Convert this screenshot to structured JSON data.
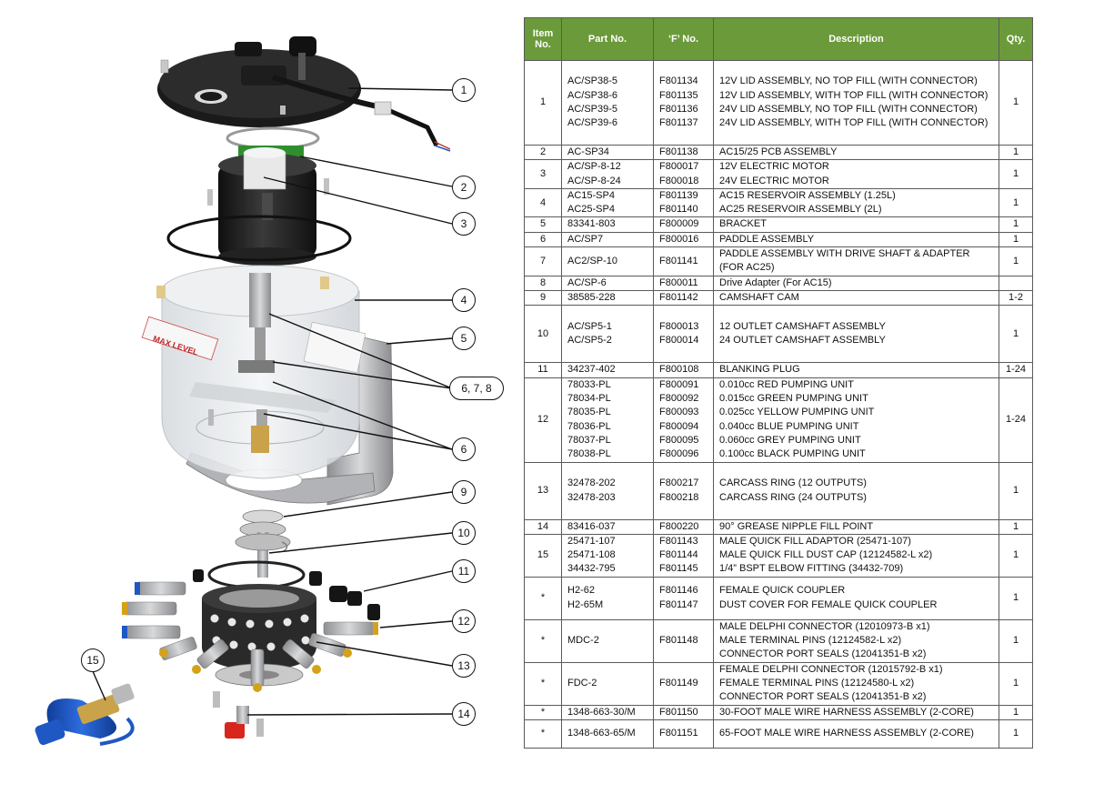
{
  "headers": {
    "item": "Item No.",
    "part": "Part No.",
    "f": "‘F’ No.",
    "desc": "Description",
    "qty": "Qty."
  },
  "rows": [
    {
      "item": "1",
      "part": "AC/SP38-5\nAC/SP38-6\nAC/SP39-5\nAC/SP39-6",
      "f": "F801134\nF801135\nF801136\nF801137",
      "desc": "12V LID ASSEMBLY, NO TOP FILL (WITH CONNECTOR)\n12V LID ASSEMBLY, WITH TOP FILL (WITH CONNECTOR)\n24V LID ASSEMBLY, NO TOP FILL (WITH CONNECTOR)\n24V LID ASSEMBLY, WITH TOP FILL (WITH CONNECTOR)",
      "qty": "1"
    },
    {
      "item": "2",
      "part": "AC-SP34",
      "f": "F801138",
      "desc": "AC15/25 PCB ASSEMBLY",
      "qty": "1"
    },
    {
      "item": "3",
      "part": "AC/SP-8-12\nAC/SP-8-24",
      "f": "F800017\nF800018",
      "desc": "12V ELECTRIC MOTOR\n24V ELECTRIC MOTOR",
      "qty": "1"
    },
    {
      "item": "4",
      "part": "AC15-SP4\nAC25-SP4",
      "f": "F801139\nF801140",
      "desc": "AC15 RESERVOIR ASSEMBLY (1.25L)\nAC25 RESERVOIR ASSEMBLY (2L)",
      "qty": "1"
    },
    {
      "item": "5",
      "part": "83341-803",
      "f": "F800009",
      "desc": "BRACKET",
      "qty": "1"
    },
    {
      "item": "6",
      "part": "AC/SP7",
      "f": "F800016",
      "desc": "PADDLE ASSEMBLY",
      "qty": "1"
    },
    {
      "item": "7",
      "part": "AC2/SP-10",
      "f": "F801141",
      "desc": "PADDLE ASSEMBLY WITH DRIVE SHAFT & ADAPTER (FOR AC25)",
      "qty": "1"
    },
    {
      "item": "8",
      "part": "AC/SP-6",
      "f": "F800011",
      "desc": "Drive Adapter (For AC15)",
      "qty": ""
    },
    {
      "item": "9",
      "part": "38585-228",
      "f": "F801142",
      "desc": "CAMSHAFT CAM",
      "qty": "1-2"
    },
    {
      "item": "10",
      "part": "AC/SP5-1\nAC/SP5-2",
      "f": "F800013\nF800014",
      "desc": "12 OUTLET CAMSHAFT ASSEMBLY\n24 OUTLET CAMSHAFT ASSEMBLY",
      "qty": "1"
    },
    {
      "item": "11",
      "part": "34237-402",
      "f": "F800108",
      "desc": "BLANKING PLUG",
      "qty": "1-24"
    },
    {
      "item": "12",
      "part": "78033-PL\n78034-PL\n78035-PL\n78036-PL\n78037-PL\n78038-PL",
      "f": "F800091\nF800092\nF800093\nF800094\nF800095\nF800096",
      "desc": "0.010cc RED PUMPING UNIT\n0.015cc GREEN PUMPING UNIT\n0.025cc YELLOW PUMPING UNIT\n0.040cc BLUE PUMPING UNIT\n0.060cc GREY PUMPING UNIT\n0.100cc BLACK PUMPING UNIT",
      "qty": "1-24"
    },
    {
      "item": "13",
      "part": "32478-202\n32478-203",
      "f": "F800217\nF800218",
      "desc": "CARCASS RING (12 OUTPUTS)\nCARCASS RING (24 OUTPUTS)",
      "qty": "1"
    },
    {
      "item": "14",
      "part": "83416-037",
      "f": "F800220",
      "desc": "90° GREASE NIPPLE FILL POINT",
      "qty": "1"
    },
    {
      "item": "15",
      "part": "25471-107\n25471-108\n34432-795",
      "f": "F801143\nF801144\nF801145",
      "desc": "MALE QUICK FILL ADAPTOR (25471-107)\nMALE QUICK FILL DUST CAP (12124582-L x2)\n1/4” BSPT ELBOW FITTING (34432-709)",
      "qty": "1"
    },
    {
      "item": "*",
      "part": "H2-62\nH2-65M",
      "f": "F801146\nF801147",
      "desc": "FEMALE QUICK COUPLER\nDUST COVER FOR FEMALE QUICK COUPLER",
      "qty": "1"
    },
    {
      "item": "*",
      "part": "MDC-2",
      "f": "F801148",
      "desc": "MALE DELPHI CONNECTOR (12010973-B x1)\nMALE TERMINAL PINS (12124582-L x2)\nCONNECTOR PORT SEALS (12041351-B x2)",
      "qty": "1"
    },
    {
      "item": "*",
      "part": "FDC-2",
      "f": "F801149",
      "desc": "FEMALE DELPHI CONNECTOR (12015792-B x1)\nFEMALE TERMINAL PINS (12124580-L x2)\nCONNECTOR PORT SEALS (12041351-B x2)",
      "qty": "1"
    },
    {
      "item": "*",
      "part": "1348-663-30/M",
      "f": "F801150",
      "desc": "30-FOOT MALE WIRE HARNESS ASSEMBLY (2-CORE)",
      "qty": "1"
    },
    {
      "item": "*",
      "part": "1348-663-65/M",
      "f": "F801151",
      "desc": "65-FOOT MALE WIRE HARNESS ASSEMBLY (2-CORE)",
      "qty": "1"
    }
  ],
  "callouts": [
    "1",
    "2",
    "3",
    "4",
    "5",
    "6, 7, 8",
    "6",
    "9",
    "10",
    "11",
    "12",
    "13",
    "14",
    "15"
  ],
  "diagram_labels": {
    "max_level": "MAX LEVEL"
  },
  "colors": {
    "header_green": "#6b9a3a",
    "pcb_green": "#2f8f2f",
    "motor_black": "#1c1c1c",
    "reservoir": "#e6e9ec",
    "bracket_grey": "#a9aaad",
    "quick_fill_blue": "#1f57c4",
    "grease_nipple_red": "#d8261d"
  }
}
